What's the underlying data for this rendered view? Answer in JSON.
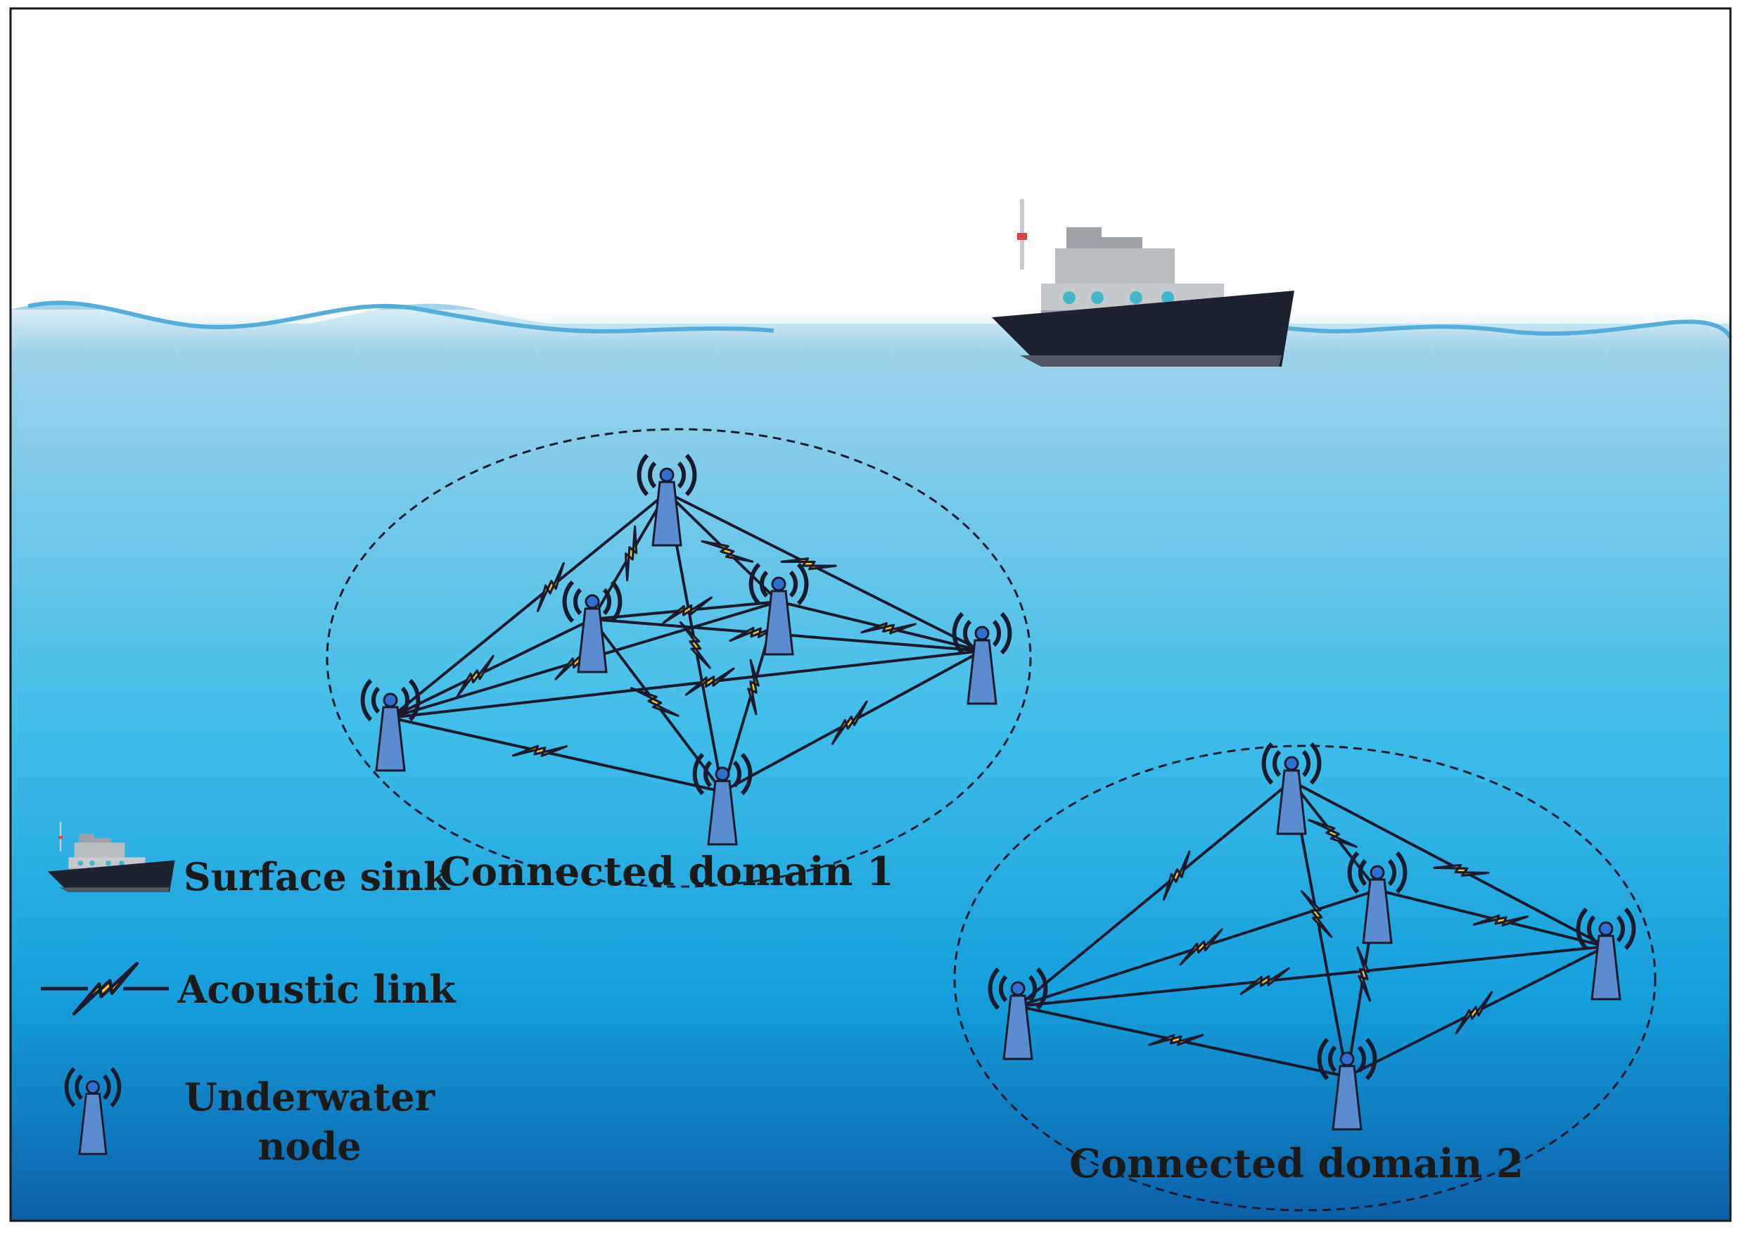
{
  "domains": [
    {
      "label": "Connected domain 1",
      "nodes": [
        "d1-top",
        "d1-left",
        "d1-inner-left",
        "d1-inner-right",
        "d1-right",
        "d1-bottom"
      ],
      "links": [
        [
          "d1-top",
          "d1-left"
        ],
        [
          "d1-top",
          "d1-inner-left"
        ],
        [
          "d1-top",
          "d1-inner-right"
        ],
        [
          "d1-top",
          "d1-right"
        ],
        [
          "d1-top",
          "d1-bottom"
        ],
        [
          "d1-left",
          "d1-inner-left"
        ],
        [
          "d1-left",
          "d1-inner-right"
        ],
        [
          "d1-left",
          "d1-right"
        ],
        [
          "d1-left",
          "d1-bottom"
        ],
        [
          "d1-inner-left",
          "d1-inner-right"
        ],
        [
          "d1-inner-left",
          "d1-right"
        ],
        [
          "d1-inner-left",
          "d1-bottom"
        ],
        [
          "d1-inner-right",
          "d1-right"
        ],
        [
          "d1-inner-right",
          "d1-bottom"
        ],
        [
          "d1-right",
          "d1-bottom"
        ]
      ]
    },
    {
      "label": "Connected domain 2",
      "nodes": [
        "d2-top",
        "d2-left",
        "d2-inner",
        "d2-right",
        "d2-bottom"
      ],
      "links": [
        [
          "d2-top",
          "d2-left"
        ],
        [
          "d2-top",
          "d2-inner"
        ],
        [
          "d2-top",
          "d2-right"
        ],
        [
          "d2-top",
          "d2-bottom"
        ],
        [
          "d2-left",
          "d2-inner"
        ],
        [
          "d2-left",
          "d2-right"
        ],
        [
          "d2-left",
          "d2-bottom"
        ],
        [
          "d2-inner",
          "d2-right"
        ],
        [
          "d2-inner",
          "d2-bottom"
        ],
        [
          "d2-right",
          "d2-bottom"
        ]
      ]
    }
  ],
  "legend": [
    {
      "icon": "surface-sink-ship-icon",
      "label": "Surface sink"
    },
    {
      "icon": "acoustic-link-icon",
      "label": "Acoustic link"
    },
    {
      "icon": "underwater-node-icon",
      "label_line1": "Underwater",
      "label_line2": "node"
    }
  ],
  "colors": {
    "sea_top": "#a3d3ea",
    "sea_mid": "#1aa9e1",
    "sea_bottom": "#0c5fa8",
    "link": "#1a1a2e",
    "bolt_fill": "#f5c518",
    "node_body": "#5b8ccf",
    "ship_hull": "#1d2230",
    "ship_cabin": "#b9bcc0"
  }
}
